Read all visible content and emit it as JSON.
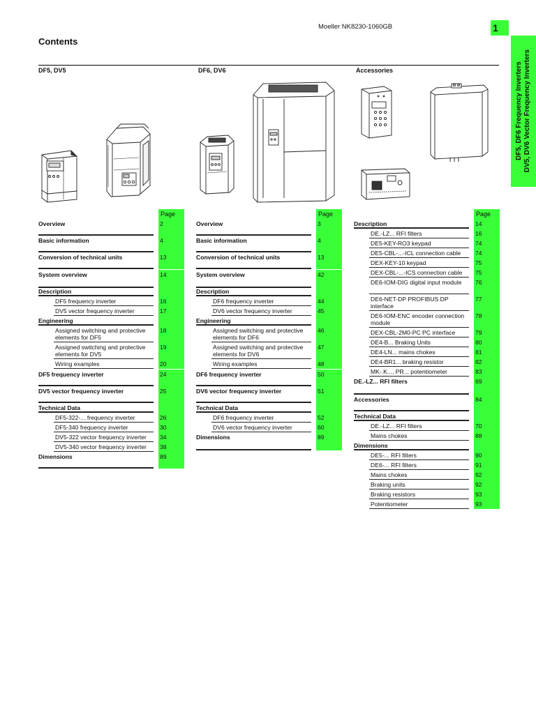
{
  "header": {
    "doc_id": "Moeller NK8230-1060GB",
    "page_number": "1"
  },
  "side_tab": {
    "line1": "DF5, DF6 Frequency Inverters",
    "line2": "DV5, DV6 Vector Frequency Inverters"
  },
  "title": "Contents",
  "page_label": "Page",
  "columns": [
    {
      "heading": "DF5, DV5",
      "rows": [
        {
          "label": "Overview",
          "page": "2",
          "bold": true
        },
        {
          "label": "Basic information",
          "page": "4",
          "bold": true
        },
        {
          "label": "Conversion of technical units",
          "page": "13",
          "bold": true
        },
        {
          "label": "System overview",
          "page": "14",
          "bold": true
        },
        {
          "label": "Description",
          "page": "",
          "bold": true
        },
        {
          "label": "DF5 frequency inverter",
          "page": "16",
          "indent": true
        },
        {
          "label": "DV5 vector frequency inverter",
          "page": "17",
          "indent": true
        },
        {
          "label": "Engineering",
          "page": "",
          "bold": true
        },
        {
          "label": "Assigned switching and protective elements for DF5",
          "page": "18",
          "indent": true
        },
        {
          "label": "Assigned switching and protective elements for DV5",
          "page": "19",
          "indent": true
        },
        {
          "label": "Wiring examples",
          "page": "20",
          "indent": true
        },
        {
          "label": "DF5 frequency inverter",
          "page": "24",
          "bold": true
        },
        {
          "label": "DV5 vector frequency inverter",
          "page": "25",
          "bold": true
        },
        {
          "label": "Technical Data",
          "page": "",
          "bold": true
        },
        {
          "label": "DF5-322-... frequency inverter",
          "page": "26",
          "indent": true
        },
        {
          "label": "DF5-340 frequency inverter",
          "page": "30",
          "indent": true
        },
        {
          "label": "DV5-322 vector frequency inverter",
          "page": "34",
          "indent": true
        },
        {
          "label": "DV5-340 vector frequency inverter",
          "page": "38",
          "indent": true
        },
        {
          "label": "Dimensions",
          "page": "89",
          "bold": true
        }
      ]
    },
    {
      "heading": "DF6, DV6",
      "rows": [
        {
          "label": "Overview",
          "page": "3",
          "bold": true
        },
        {
          "label": "Basic information",
          "page": "4",
          "bold": true
        },
        {
          "label": "Conversion of technical units",
          "page": "13",
          "bold": true
        },
        {
          "label": "System overview",
          "page": "42",
          "bold": true
        },
        {
          "label": "Description",
          "page": "",
          "bold": true
        },
        {
          "label": "DF6 frequency inverter",
          "page": "44",
          "indent": true
        },
        {
          "label": "DV6 vector frequency inverter",
          "page": "45",
          "indent": true
        },
        {
          "label": "Engineering",
          "page": "",
          "bold": true
        },
        {
          "label": "Assigned switching and protective elements for DF6",
          "page": "46",
          "indent": true
        },
        {
          "label": "Assigned switching and protective elements for DV6",
          "page": "47",
          "indent": true
        },
        {
          "label": "Wiring examples",
          "page": "48",
          "indent": true
        },
        {
          "label": "DF6 frequency inverter",
          "page": "50",
          "bold": true
        },
        {
          "label": "DV6 vector frequency inverter",
          "page": "51",
          "bold": true
        },
        {
          "label": "Technical Data",
          "page": "",
          "bold": true
        },
        {
          "label": "DF6 frequency inverter",
          "page": "52",
          "indent": true
        },
        {
          "label": "DV6 vector frequency inverter",
          "page": "60",
          "indent": true
        },
        {
          "label": "Dimensions",
          "page": "89",
          "bold": true
        }
      ]
    },
    {
      "heading": "Accessories",
      "rows": [
        {
          "label": "Description",
          "page": "14",
          "bold": true
        },
        {
          "label": "DE.-LZ... RFI filters",
          "page": "16",
          "indent": true
        },
        {
          "label": "DE5-KEY-RO3 keypad",
          "page": "74",
          "indent": true
        },
        {
          "label": "DE5-CBL-...-ICL connection cable",
          "page": "74",
          "indent": true
        },
        {
          "label": "DEX-KEY-10 keypad",
          "page": "75",
          "indent": true
        },
        {
          "label": "DEX-CBL-...-ICS connection cable",
          "page": "75",
          "indent": true
        },
        {
          "label": "DE6-IOM-DIG digital input module",
          "page": "76",
          "indent": true
        },
        {
          "label": "DE6-NET-DP PROFIBUS DP interface",
          "page": "77",
          "indent": true
        },
        {
          "label": "DE6-IOM-ENC encoder connection module",
          "page": "78",
          "indent": true
        },
        {
          "label": "DEX-CBL-2M0-PC PC interface",
          "page": "79",
          "indent": true
        },
        {
          "label": "DE4-B... Braking Units",
          "page": "80",
          "indent": true
        },
        {
          "label": "DE4-LN... mains chokes",
          "page": "81",
          "indent": true
        },
        {
          "label": "DE4-BR1... braking resistor",
          "page": "82",
          "indent": true
        },
        {
          "label": "MK-.K..., PR... potentiometer",
          "page": "83",
          "indent": true
        },
        {
          "label": "DE.-LZ... RFI filters",
          "page": "69",
          "bold": true
        },
        {
          "label": "Accessories",
          "page": "84",
          "bold": true
        },
        {
          "label": "Technical Data",
          "page": "",
          "bold": true
        },
        {
          "label": "DE.-LZ... RFI filters",
          "page": "70",
          "indent": true
        },
        {
          "label": "Mains chokes",
          "page": "88",
          "indent": true
        },
        {
          "label": "Dimensions",
          "page": "",
          "bold": true
        },
        {
          "label": "DE5-... RFI filters",
          "page": "90",
          "indent": true
        },
        {
          "label": "DE6-... RFI filters",
          "page": "91",
          "indent": true
        },
        {
          "label": "Mains chokes",
          "page": "92",
          "indent": true
        },
        {
          "label": "Braking units",
          "page": "92",
          "indent": true
        },
        {
          "label": "Braking resistors",
          "page": "93",
          "indent": true
        },
        {
          "label": "Potentiometer",
          "page": "93",
          "indent": true
        }
      ]
    }
  ]
}
